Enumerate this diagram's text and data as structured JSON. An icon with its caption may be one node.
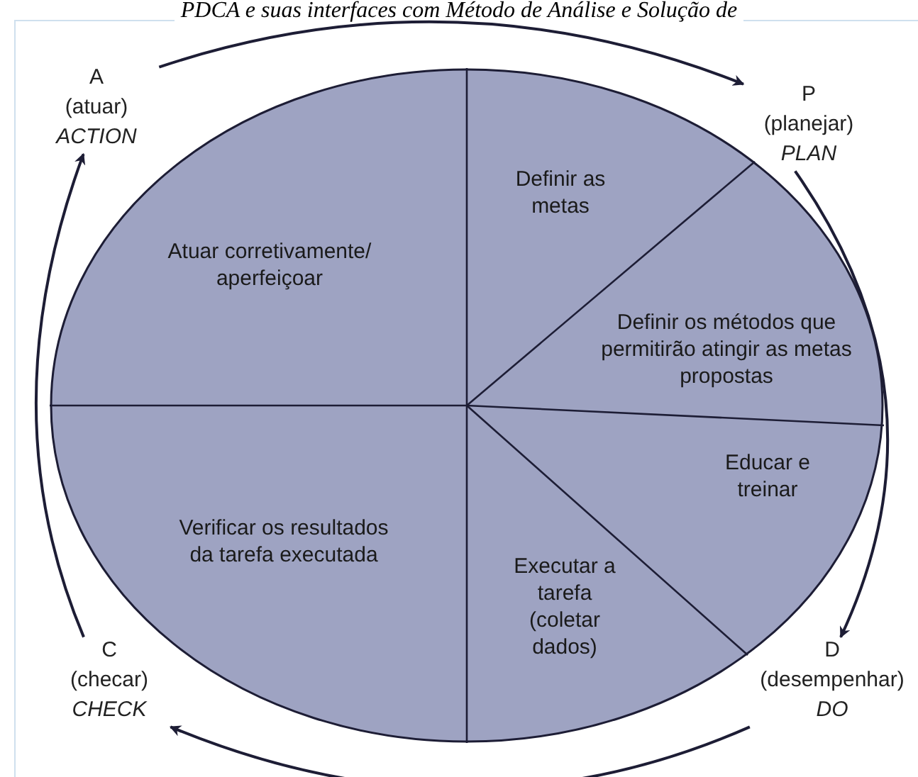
{
  "diagram": {
    "title": "PDCA e suas interfaces com Método de Análise e Solução de",
    "nodes": [
      {
        "text": [],
        "shape": "circle"
      },
      {
        "text": [
          "Atuar corretivamente/ aperfeiçoar"
        ],
        "in": 0
      },
      {
        "text": [
          "Definir as metas"
        ],
        "in": 0
      },
      {
        "text": [
          "Definir os métodos que permitirão atingir as metas propostas"
        ],
        "in": 0
      },
      {
        "text": [
          "Educar e treinar"
        ],
        "in": 0
      },
      {
        "text": [
          "Verificar os resultados da tarefa executada"
        ],
        "in": 0
      },
      {
        "text": [
          "Executar a tarefa (coletar dados)"
        ],
        "in": 0
      },
      {
        "text": [
          "A",
          "(atuar)",
          "ACTION"
        ]
      },
      {
        "text": [
          "P",
          "(planejar)",
          "PLAN"
        ]
      },
      {
        "text": [
          "D",
          "(desempenhar)",
          "DO"
        ]
      },
      {
        "text": [
          "C",
          "(checar)",
          "CHECK"
        ]
      }
    ],
    "edges": [
      {
        "from": 7,
        "to": 8,
        "arrow": "to"
      },
      {
        "from": 8,
        "to": 9,
        "arrow": "to"
      },
      {
        "from": 9,
        "to": 10,
        "arrow": "to"
      },
      {
        "from": 10,
        "to": 7,
        "arrow": "to"
      }
    ]
  }
}
